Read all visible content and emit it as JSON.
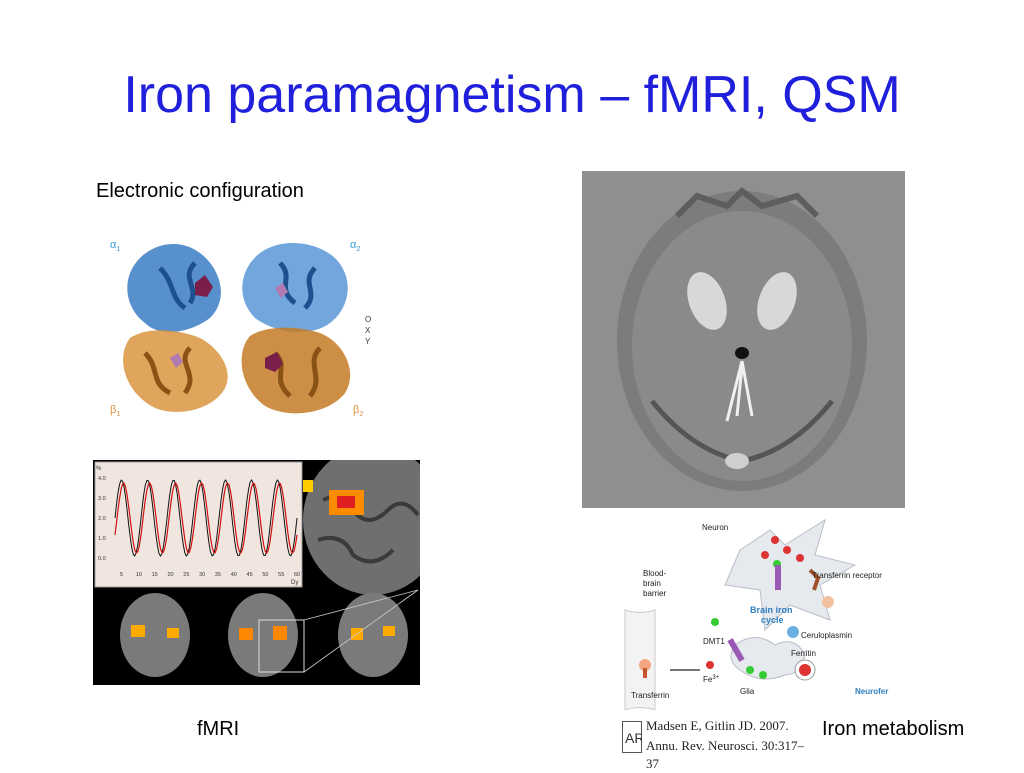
{
  "slide": {
    "title": "Iron paramagnetism – fMRI, QSM",
    "captions": {
      "electronic": "Electronic configuration",
      "fmri": "fMRI",
      "iron": "Iron metabolism"
    }
  },
  "protein": {
    "alpha1": "α",
    "alpha1_sub": "1",
    "alpha2": "α",
    "alpha2_sub": "2",
    "beta1": "β",
    "beta1_sub": "1",
    "beta2": "β",
    "beta2_sub": "2",
    "oxy": [
      "O",
      "X",
      "Y"
    ],
    "colors": {
      "alpha": "#3b7dc4",
      "beta": "#c9822f",
      "heme": "#7a1f4a"
    }
  },
  "fmri_plot": {
    "y_unit": "%",
    "x_unit": "Dy",
    "yticks": [
      "4.0",
      "3.0",
      "2.0",
      "1.0",
      "0.0"
    ],
    "xticks": [
      "5",
      "10",
      "15",
      "20",
      "25",
      "30",
      "35",
      "40",
      "45",
      "50",
      "55",
      "60"
    ]
  },
  "cycle": {
    "neuron": "Neuron",
    "bbb": [
      "Blood-",
      "brain",
      "barrier"
    ],
    "transferrin_receptor": "Transferrin receptor",
    "cycle_label": [
      "Brain iron",
      "cycle"
    ],
    "ceruloplasmin": "Ceruloplasmin",
    "dmt1": "DMT1",
    "ferritin": "Ferritin",
    "fe": "Fe",
    "fe_charge": "3+",
    "transferrin": "Transferrin",
    "glia": "Glia",
    "neurofer": "Neurofer"
  },
  "citation": {
    "logo": "AR",
    "line1": "Madsen E, Gitlin JD. 2007.",
    "line2": "Annu. Rev. Neurosci. 30:317–37"
  }
}
